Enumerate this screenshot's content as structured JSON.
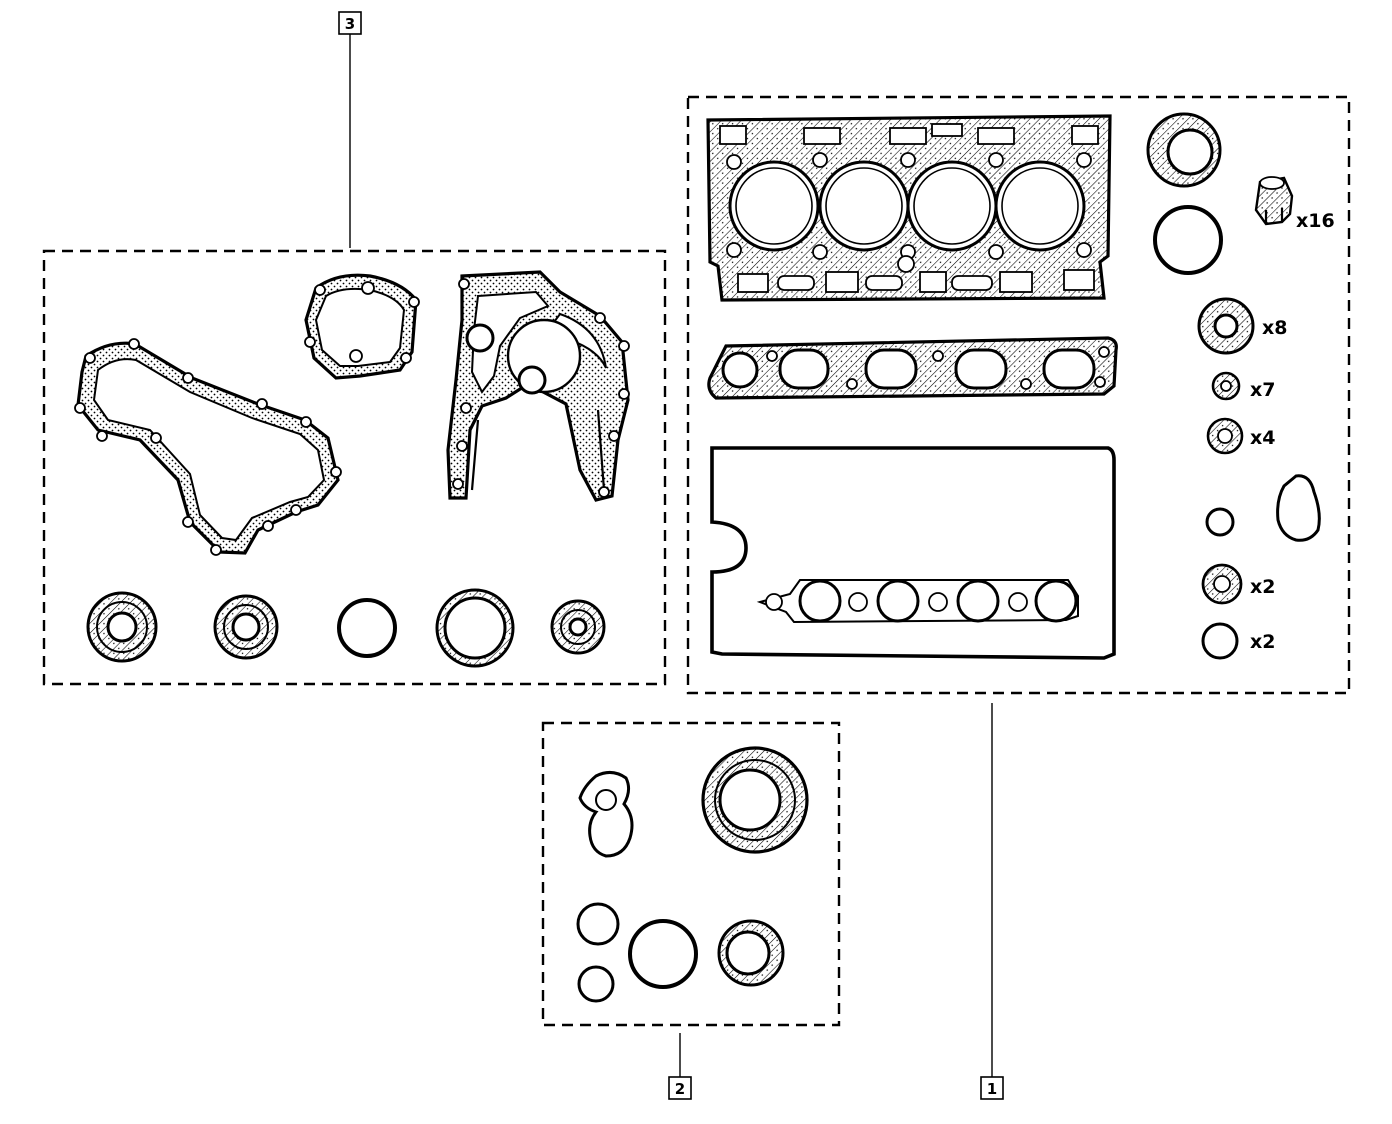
{
  "diagram": {
    "callouts": [
      {
        "id": "3",
        "label": "3"
      },
      {
        "id": "1",
        "label": "1"
      },
      {
        "id": "2",
        "label": "2"
      }
    ],
    "quantities": {
      "valve_stem_seal": "x16",
      "ring_a": "x8",
      "ring_b": "x7",
      "ring_c": "x4",
      "ring_d": "x2",
      "ring_e": "x2"
    },
    "colors": {
      "ink": "#000000",
      "paper": "#ffffff"
    }
  }
}
